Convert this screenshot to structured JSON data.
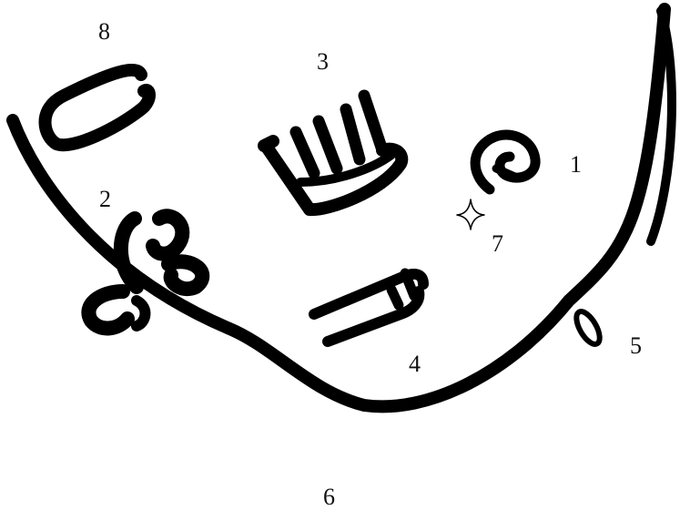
{
  "diagram": {
    "ink_color": "#000000",
    "background": "#ffffff",
    "labels": {
      "l1": "1",
      "l2": "2",
      "l3": "3",
      "l4": "4",
      "l5": "5",
      "l6": "6",
      "l7": "7",
      "l8": "8"
    },
    "marks": [
      {
        "id": "1",
        "icon": "coiled-glyph-icon"
      },
      {
        "id": "2",
        "icon": "trident-glyph-icon"
      },
      {
        "id": "3",
        "icon": "comb-glyph-icon"
      },
      {
        "id": "4",
        "icon": "arrow-glyph-icon"
      },
      {
        "id": "5",
        "icon": "loop-glyph-icon"
      },
      {
        "id": "7",
        "icon": "four-point-star-icon"
      },
      {
        "id": "8",
        "icon": "rounded-frame-glyph-icon"
      }
    ]
  }
}
